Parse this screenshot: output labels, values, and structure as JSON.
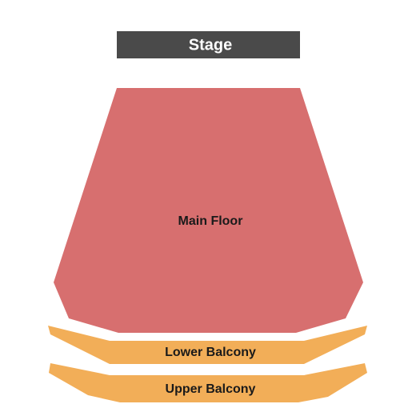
{
  "map": {
    "stage": {
      "label": "Stage",
      "color": "#4a4a4a"
    },
    "sections": {
      "main_floor": {
        "label": "Main Floor",
        "color": "#d76f6f"
      },
      "lower_balcony": {
        "label": "Lower Balcony",
        "color": "#f2ae58"
      },
      "upper_balcony": {
        "label": "Upper Balcony",
        "color": "#f2ae58"
      }
    }
  }
}
